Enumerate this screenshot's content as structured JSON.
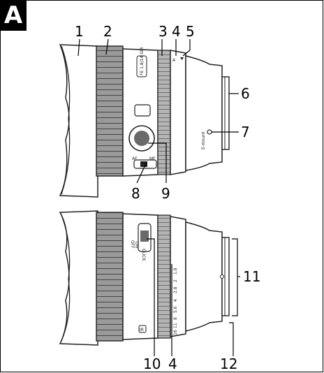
{
  "panel_label": "A",
  "top_view": {
    "callouts": [
      "1",
      "2",
      "3",
      "4",
      "5",
      "6",
      "7",
      "8",
      "9"
    ],
    "lens_text": {
      "model_badge": "FE 1.8/14 GM",
      "mount_text": "E-mount",
      "af_switch_af": "AF",
      "af_switch_mf": "MF",
      "aperture_marks": [
        "A",
        "·"
      ]
    }
  },
  "bottom_view": {
    "callouts": [
      "10",
      "4",
      "11",
      "12"
    ],
    "lens_text": {
      "click_switch_off": "OFF",
      "click_switch_on": "ON",
      "click_switch_label": "CLICK",
      "aperture_scale": [
        "1.8",
        "2",
        "2.8",
        "4",
        "5.6",
        "8",
        "11",
        "16"
      ],
      "lock_badge": "IR"
    }
  },
  "colors": {
    "ring": "#6a6a6a",
    "outline": "#222222",
    "badge": "#000000"
  }
}
